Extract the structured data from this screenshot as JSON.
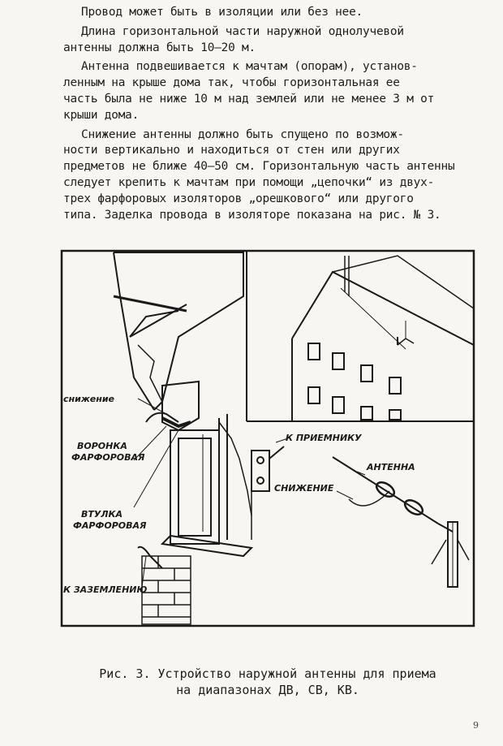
{
  "body_text": {
    "paragraphs": [
      [
        "Провод может быть в изоляции или без нее."
      ],
      [
        "Длина горизонтальной части наружной однолучевой",
        "антенны должна быть 10—20 м."
      ],
      [
        "Антенна подвешивается к мачтам (опорам), установ-",
        "ленным на крыше дома так, чтобы горизонтальная ее",
        "часть была не ниже 10 м над землей или не менее 3 м от",
        "крыши дома."
      ],
      [
        "Снижение антенны должно быть спущено по возмож-",
        "ности вертикально и находиться от стен или других",
        "предметов не ближе 40—50 см. Горизонтальную часть антенны",
        "следует крепить к мачтам при помощи „цепочки“ из двух-",
        "трех фарфоровых изоляторов „орешкового“ или другого",
        "типа. Заделка провода в изоляторе показана на рис. № 3."
      ]
    ]
  },
  "figure": {
    "labels": {
      "snizhenie_left": "снижение",
      "voronka": "ВОРОНКА",
      "farforovaya_1": "ФАРФОРОВАЯ",
      "vtulka": "ВТУЛКА",
      "farforovaya_2": "ФАРФОРОВАЯ",
      "k_zazemleniyu": "К ЗАЗЕМЛЕНИЮ",
      "k_priemniku": "К ПРИЕМНИКУ",
      "antenna": "АНТЕННА",
      "snizhenie_right": "СНИЖЕНИЕ"
    }
  },
  "caption": {
    "line1": "Рис. 3. Устройство наружной антенны для приема",
    "line2": "на диапазонах ДВ, СВ, КВ."
  },
  "page_number": "9"
}
